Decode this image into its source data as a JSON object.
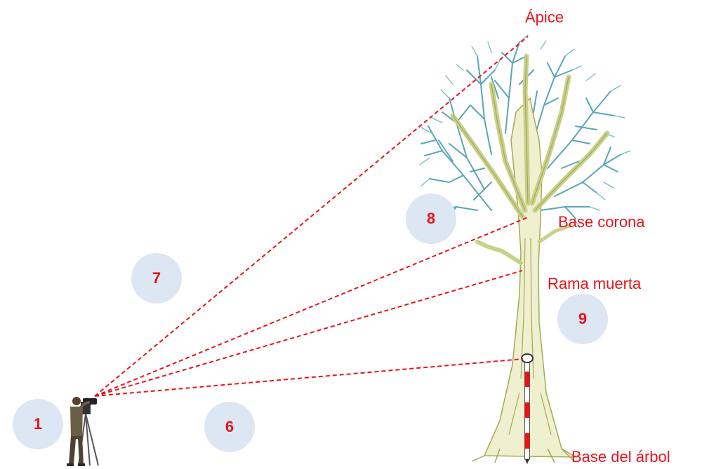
{
  "labels": {
    "apex": "Ápice",
    "crown_base": "Base corona",
    "dead_branch": "Rama muerta",
    "tree_base": "Base del árbol"
  },
  "badges": {
    "b1": "1",
    "b6": "6",
    "b7": "7",
    "b8": "8",
    "b9": "9"
  },
  "colors": {
    "label_red": "#e8141b",
    "sight_line": "#e8141b",
    "badge_fill": "#dde6f3",
    "foliage": "#5ba6b4",
    "trunk": "#c9d08a",
    "trunk_outline": "#a3ab52"
  }
}
